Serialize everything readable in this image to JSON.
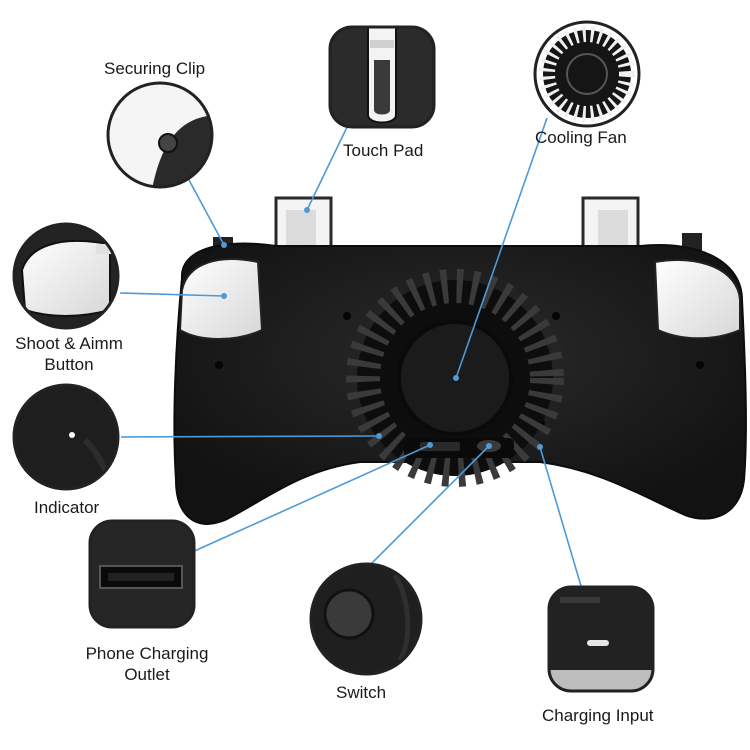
{
  "labels": {
    "securing_clip": "Securing Clip",
    "touch_pad": "Touch Pad",
    "cooling_fan": "Cooling Fan",
    "shoot_aim_line1": "Shoot & Aimm",
    "shoot_aim_line2": "Button",
    "indicator": "Indicator",
    "phone_charging_line1": "Phone Charging",
    "phone_charging_line2": "Outlet",
    "switch": "Switch",
    "charging_input": "Charging Input"
  },
  "colors": {
    "body": "#1c1c1c",
    "body_dark": "#0e0e0e",
    "callout_line": "#4d9ad8",
    "white_part": "#f2f2f2",
    "callout_border": "#222222"
  }
}
